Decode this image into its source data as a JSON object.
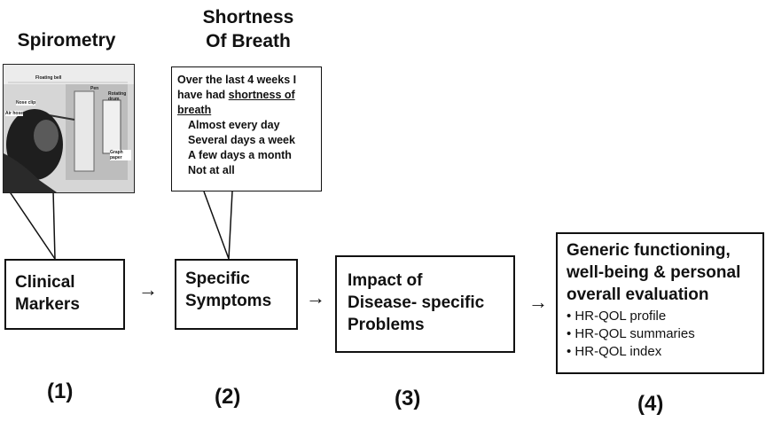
{
  "headings": {
    "spirometry": "Spirometry",
    "shortness_line1": "Shortness",
    "shortness_line2": "Of Breath"
  },
  "bubble": {
    "intro": "Over the last 4 weeks I have had",
    "underlined": "shortness of breath",
    "options": [
      "Almost every day",
      "Several days a week",
      "A few days a month",
      "Not at all"
    ]
  },
  "photo_labels": {
    "l1": "Floating bell",
    "l2": "Pen",
    "l3": "Rotating drum",
    "l4": "Air hose",
    "l5": "Nose clip",
    "l6": "Graph paper"
  },
  "boxes": {
    "clinical": [
      "Clinical",
      "Markers"
    ],
    "specific": [
      "Specific",
      "Symptoms"
    ],
    "impact": [
      "Impact of",
      "Disease- specific",
      "Problems"
    ],
    "generic": {
      "title": [
        "Generic functioning,",
        "well-being & personal",
        "overall evaluation"
      ],
      "bullets": [
        "• HR-QOL profile",
        "• HR-QOL summaries",
        "• HR-QOL index"
      ]
    }
  },
  "numbers": [
    "(1)",
    "(2)",
    "(3)",
    "(4)"
  ],
  "arrows": [
    "→",
    "→",
    "→"
  ]
}
